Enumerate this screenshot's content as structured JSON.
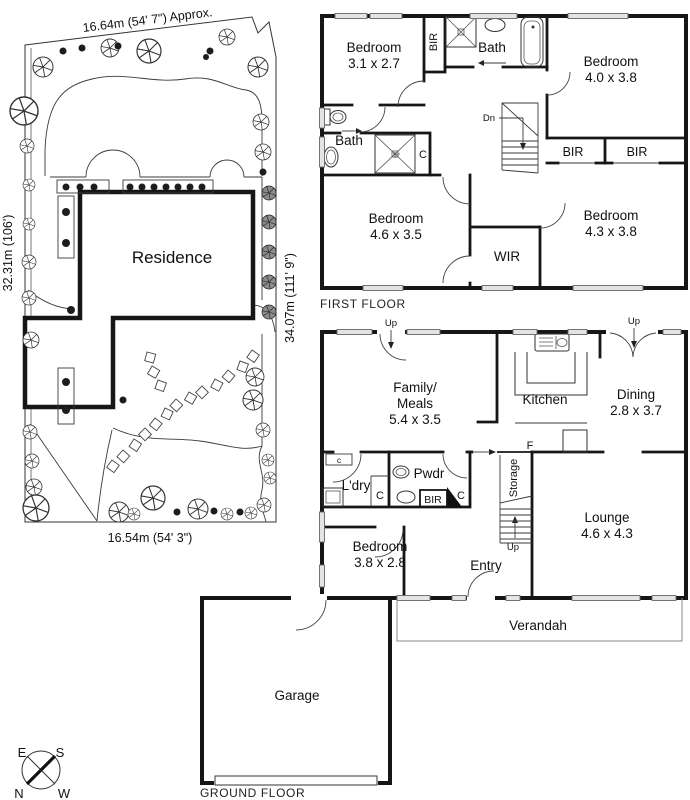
{
  "site_plan": {
    "residence": "Residence",
    "dim_top": "16.64m (54' 7\") Approx.",
    "dim_left": "32.31m (106')",
    "dim_right": "34.07m (111' 9\")",
    "dim_bottom": "16.54m (54' 3\")"
  },
  "first_floor": {
    "title": "FIRST FLOOR",
    "bedroom1": {
      "name": "Bedroom",
      "size": "3.1 x 2.7"
    },
    "bedroom2": {
      "name": "Bedroom",
      "size": "4.0 x 3.8"
    },
    "bedroom3": {
      "name": "Bedroom",
      "size": "4.6 x 3.5"
    },
    "bedroom4": {
      "name": "Bedroom",
      "size": "4.3 x 3.8"
    },
    "bath_top": "Bath",
    "bath_left": "Bath",
    "bir_top": "BIR",
    "bir_left": "BIR",
    "bir_right": "BIR",
    "closet": "C",
    "wir": "WIR",
    "down": "Dn"
  },
  "ground_floor": {
    "title": "GROUND FLOOR",
    "family": {
      "name1": "Family/",
      "name2": "Meals",
      "size": "5.4 x 3.5"
    },
    "kitchen": "Kitchen",
    "dining": {
      "name": "Dining",
      "size": "2.8 x 3.7"
    },
    "lounge": {
      "name": "Lounge",
      "size": "4.6 x 4.3"
    },
    "bedroom": {
      "name": "Bedroom",
      "size": "3.8 x 2.8"
    },
    "entry": "Entry",
    "verandah": "Verandah",
    "garage": "Garage",
    "laundry": "L'dry",
    "powder": "Pwdr",
    "storage": "Storage",
    "bir": "BIR",
    "fridge": "F",
    "closet_a": "C",
    "closet_b": "C",
    "closet_small": "c",
    "up1": "Up",
    "up2": "Up",
    "up3": "Up"
  },
  "compass": {
    "e": "E",
    "s": "S",
    "n": "N",
    "w": "W"
  }
}
